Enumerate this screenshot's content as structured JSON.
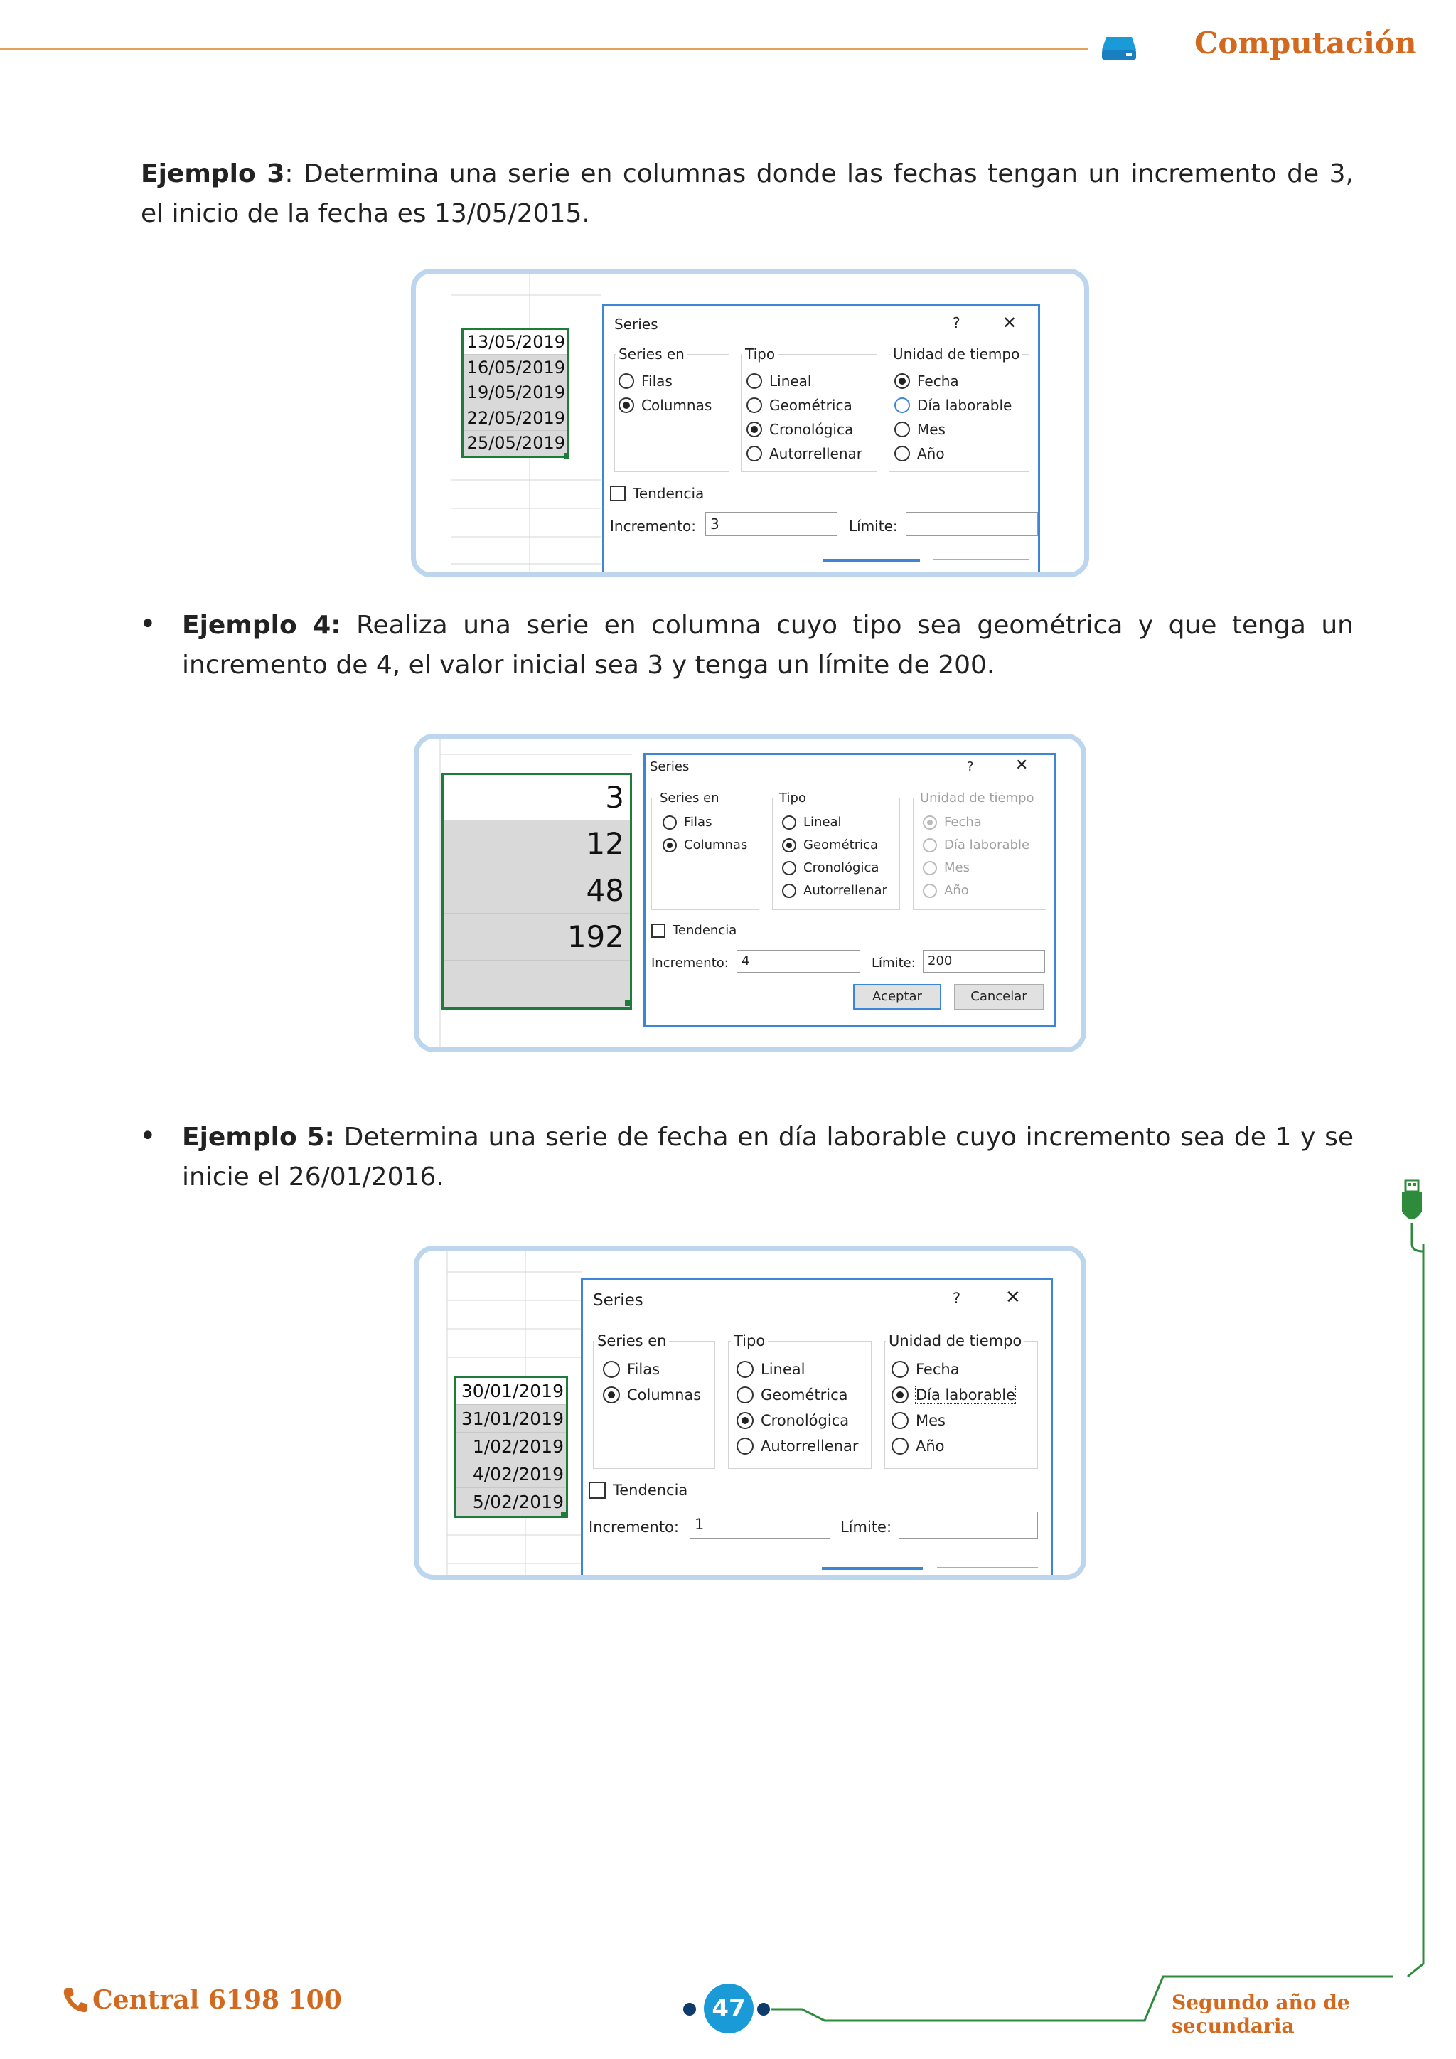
{
  "header": {
    "title": "Computación"
  },
  "ex3": {
    "label": "Ejemplo 3",
    "text": ": Determina una serie en columnas donde las fechas tengan un incremento de 3, el inicio de la fecha es 13/05/2015.",
    "cells": [
      "13/05/2019",
      "16/05/2019",
      "19/05/2019",
      "22/05/2019",
      "25/05/2019"
    ],
    "dialog": {
      "title": "Series",
      "help": "?",
      "close": "✕",
      "series_en": "Series en",
      "filas": "Filas",
      "columnas": "Columnas",
      "tipo": "Tipo",
      "lineal": "Lineal",
      "geometrica": "Geométrica",
      "cronologica": "Cronológica",
      "autorrellenar": "Autorrellenar",
      "unidad": "Unidad de tiempo",
      "fecha": "Fecha",
      "dia": "Día laborable",
      "mes": "Mes",
      "anio": "Año",
      "tendencia": "Tendencia",
      "incremento_label": "Incremento:",
      "incremento_value": "3",
      "limite_label": "Límite:",
      "limite_value": ""
    }
  },
  "ex4": {
    "bullet": "•",
    "label": "Ejemplo 4:",
    "text": " Realiza una serie en columna cuyo tipo sea geométrica y que tenga un incremento de 4, el valor inicial sea 3 y tenga un límite de 200.",
    "cells": [
      "3",
      "12",
      "48",
      "192",
      ""
    ],
    "dialog": {
      "title": "Series",
      "help": "?",
      "close": "✕",
      "series_en": "Series en",
      "filas": "Filas",
      "columnas": "Columnas",
      "tipo": "Tipo",
      "lineal": "Lineal",
      "geometrica": "Geométrica",
      "cronologica": "Cronológica",
      "autorrellenar": "Autorrellenar",
      "unidad": "Unidad de tiempo",
      "fecha": "Fecha",
      "dia": "Día laborable",
      "mes": "Mes",
      "anio": "Año",
      "tendencia": "Tendencia",
      "incremento_label": "Incremento:",
      "incremento_value": "4",
      "limite_label": "Límite:",
      "limite_value": "200",
      "aceptar": "Aceptar",
      "cancelar": "Cancelar"
    }
  },
  "ex5": {
    "bullet": "•",
    "label": "Ejemplo 5:",
    "text": " Determina una serie de fecha en día laborable cuyo incremento sea de 1 y se inicie el 26/01/2016.",
    "cells": [
      "30/01/2019",
      "31/01/2019",
      "1/02/2019",
      "4/02/2019",
      "5/02/2019"
    ],
    "dialog": {
      "title": "Series",
      "help": "?",
      "close": "✕",
      "series_en": "Series en",
      "filas": "Filas",
      "columnas": "Columnas",
      "tipo": "Tipo",
      "lineal": "Lineal",
      "geometrica": "Geométrica",
      "cronologica": "Cronológica",
      "autorrellenar": "Autorrellenar",
      "unidad": "Unidad de tiempo",
      "fecha": "Fecha",
      "dia": "Día laborable",
      "mes": "Mes",
      "anio": "Año",
      "tendencia": "Tendencia",
      "incremento_label": "Incremento:",
      "incremento_value": "1",
      "limite_label": "Límite:",
      "limite_value": ""
    }
  },
  "footer": {
    "phone": "Central 6198 100",
    "page": "47",
    "grade": "Segundo año de secundaria"
  },
  "colors": {
    "accent": "#d2691e",
    "frame": "#bcd6ee",
    "dialog_border": "#3d86d6",
    "page_badge": "#1a9ad6",
    "usb_line": "#2e8b3c"
  }
}
